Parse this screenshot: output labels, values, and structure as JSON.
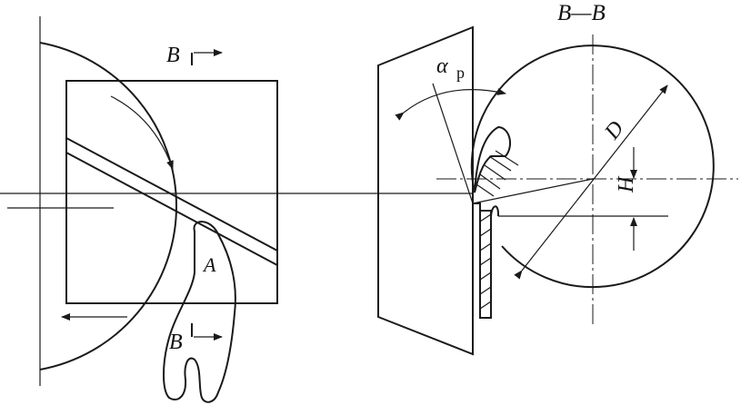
{
  "labels": {
    "section_title": "B—B",
    "section_mark_top": "B",
    "section_mark_bottom": "B",
    "point_a": "A",
    "angle_symbol": "α",
    "angle_subscript": "p",
    "diameter": "D",
    "height": "H"
  },
  "colors": {
    "line": "#1a1a1a",
    "background": "#ffffff"
  }
}
